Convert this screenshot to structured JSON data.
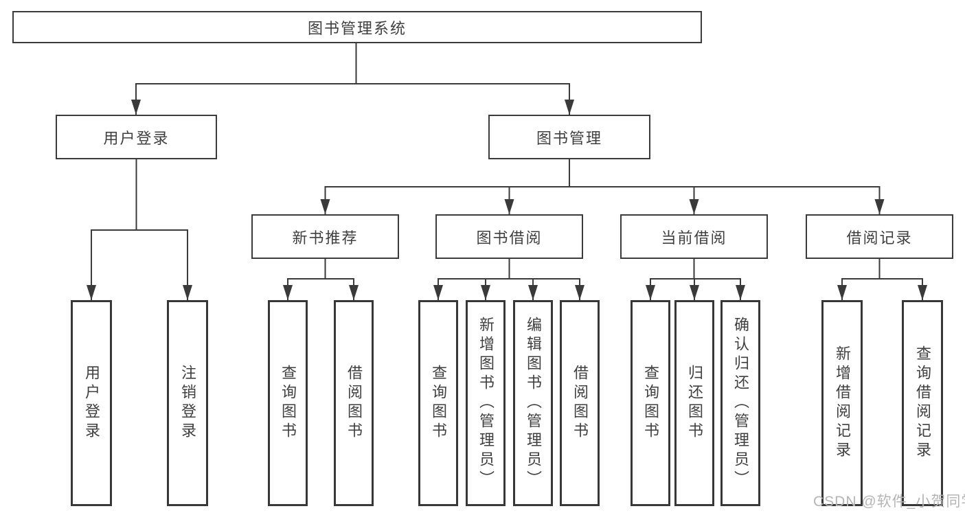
{
  "tree": {
    "root": "图书管理系统",
    "branches": [
      {
        "label": "用户登录",
        "leaves": [
          "用户登录",
          "注销登录"
        ]
      },
      {
        "label": "图书管理",
        "sections": [
          {
            "label": "新书推荐",
            "leaves": [
              "查询图书",
              "借阅图书"
            ]
          },
          {
            "label": "图书借阅",
            "leaves": [
              "查询图书",
              "新增图书（管理员）",
              "编辑图书（管理员）",
              "借阅图书"
            ]
          },
          {
            "label": "当前借阅",
            "leaves": [
              "查询图书",
              "归还图书",
              "确认归还（管理员）"
            ]
          },
          {
            "label": "借阅记录",
            "leaves": [
              "新增借阅记录",
              "查询借阅记录"
            ]
          }
        ]
      }
    ]
  },
  "watermark": "CSDN @软件_小贺同学",
  "colors": {
    "line": "#3a3a3a",
    "box_border": "#373737",
    "text": "#3f3f3f",
    "watermark": "#b4b4b4",
    "background": "#ffffff"
  }
}
